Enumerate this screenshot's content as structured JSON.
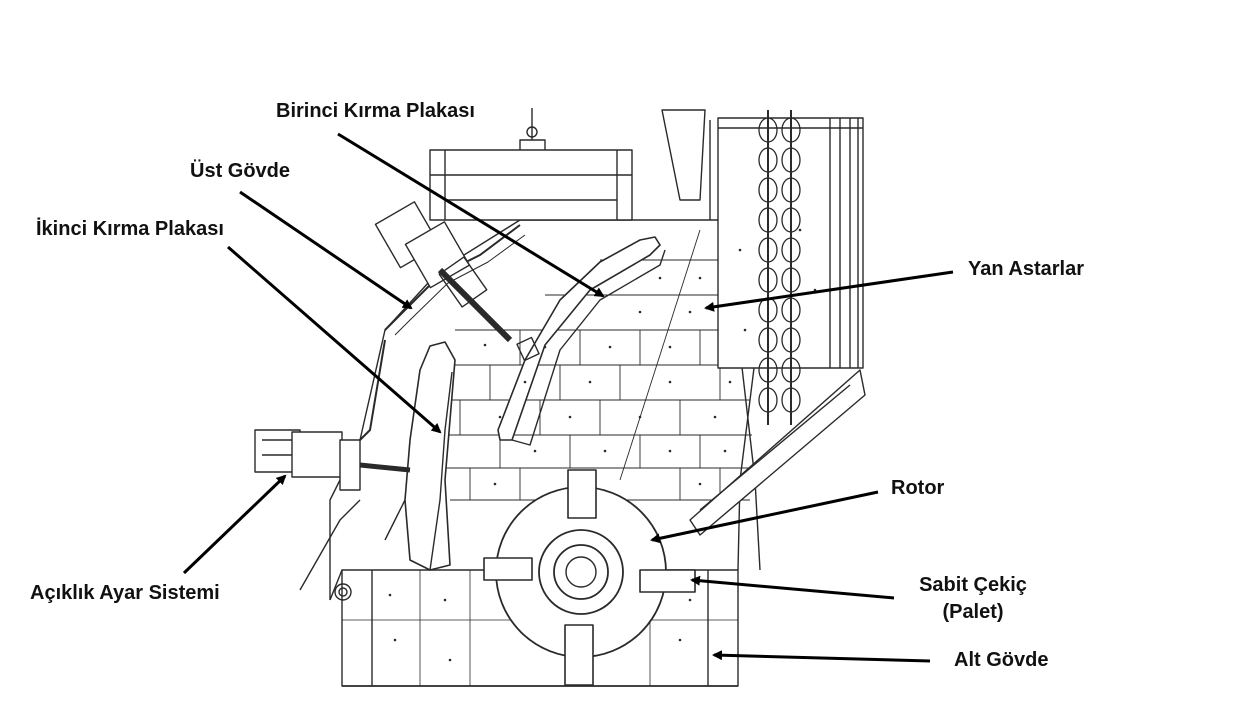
{
  "colors": {
    "line": "#2a2a2a",
    "arrow": "#000000",
    "label": "#111111",
    "background": "#ffffff"
  },
  "labels": {
    "birinci_kirma_plakasi": "Birinci Kırma Plakası",
    "ust_govde": "Üst Gövde",
    "ikinci_kirma_plakasi": "İkinci Kırma Plakası",
    "yan_astarlar": "Yan Astarlar",
    "rotor": "Rotor",
    "aciklik_ayar_sistemi": "Açıklık Ayar Sistemi",
    "sabit_cekic_line1": "Sabit Çekiç",
    "sabit_cekic_line2": "(Palet)",
    "alt_govde": "Alt Gövde"
  }
}
